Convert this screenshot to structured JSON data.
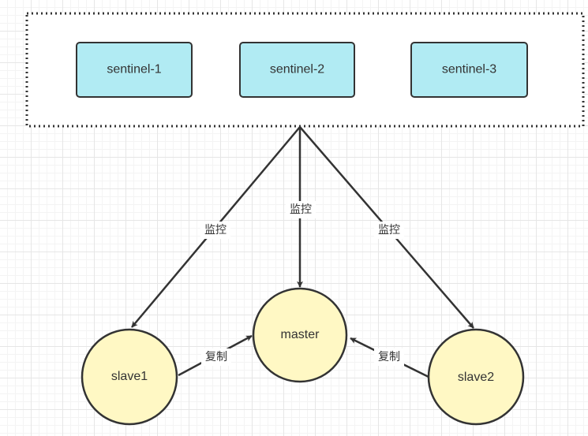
{
  "colors": {
    "sentinel_fill": "#b1ebf3",
    "node_fill": "#fff8c4",
    "stroke": "#333333",
    "label_bg": "#ffffff"
  },
  "sentinels": [
    {
      "label": "sentinel-1"
    },
    {
      "label": "sentinel-2"
    },
    {
      "label": "sentinel-3"
    }
  ],
  "nodes": {
    "master": {
      "label": "master"
    },
    "slave1": {
      "label": "slave1"
    },
    "slave2": {
      "label": "slave2"
    }
  },
  "edges": {
    "monitor_slave1": {
      "label": "监控"
    },
    "monitor_master": {
      "label": "监控"
    },
    "monitor_slave2": {
      "label": "监控"
    },
    "replicate_slave1": {
      "label": "复制"
    },
    "replicate_slave2": {
      "label": "复制"
    }
  }
}
